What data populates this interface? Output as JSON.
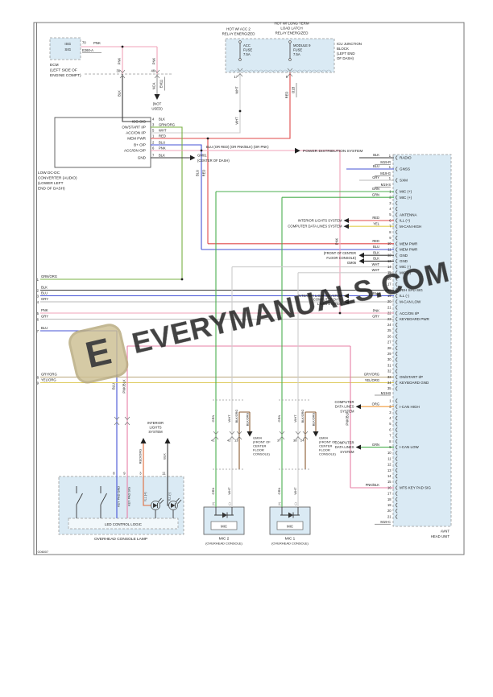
{
  "frame": {
    "code": "G06007"
  },
  "watermark": {
    "logo_letter": "E",
    "text": "EVERYMANUALS.COM"
  },
  "ecm": {
    "pin_lines": [
      "ISG",
      "SIG"
    ],
    "pin_no": "70",
    "connector": "E260-A",
    "wire": "PNK",
    "caption_lines": [
      "ECM",
      "(LEFT SIDE OF",
      "ENGINE COMPT)"
    ]
  },
  "em11": {
    "id": "EM11",
    "pin_left": "30",
    "pin_right": "46",
    "wire_above_left": "PNK",
    "wire_above_right": "PNK",
    "wire_below_left": "BLK",
    "wire_below_right": "NCA",
    "not_used_lines": [
      "(NOT",
      "USED)"
    ]
  },
  "junction_block": {
    "header_left_lines": [
      "HOT W/ ACC 2",
      "RELAY ENERGIZED"
    ],
    "header_right_lines": [
      "HOT W/ LONG TERM",
      "LOAD LATCH",
      "RELAY ENERGIZED"
    ],
    "fuse_left_lines": [
      "ACC",
      "FUSE",
      "7.5A"
    ],
    "fuse_right_lines": [
      "MODULE 9",
      "FUSE",
      "7.5A"
    ],
    "label_lines": [
      "ICU JUNCTION",
      "BLOCK",
      "(LEFT END",
      "OF DASH)"
    ],
    "pin_left": "17",
    "pin_right": "9",
    "wire_left": "WHT",
    "wire_right": "RED",
    "wire_right_id": "I31B"
  },
  "power_dist": {
    "wire_label": "BLU  (OR RED)   (OR PNK/BLK)   (OR PNK)",
    "arrow_label": "POWER DISTRIBUTION SYSTEM"
  },
  "long_wires": {
    "mem_pwr": "RED",
    "b_plus": "BLU",
    "acc": "PNK",
    "keypad_sig": "PNK/BLK",
    "keypad_gnd": "BLU"
  },
  "converter": {
    "pins": [
      {
        "no": "4",
        "name": "ISG SIG",
        "wire": "BLK"
      },
      {
        "no": "3",
        "name": "ON/START I/P",
        "wire": "GRN/ORG"
      },
      {
        "no": "5",
        "name": "ACC/ON I/P",
        "wire": "WHT"
      },
      {
        "no": "1",
        "name": "MEM PWR",
        "wire": "RED"
      },
      {
        "no": "2",
        "name": "B+ O/P",
        "wire": "BLU"
      },
      {
        "no": "6",
        "name": "ACC/ON O/P",
        "wire": "PNK"
      },
      {
        "no": "7",
        "name": "GND",
        "wire": "BLK"
      }
    ],
    "caption_lines": [
      "LOW DC-DC",
      "CONVERTER (AUDIO)",
      "(LOWER LEFT",
      "END OF DASH)"
    ],
    "ground": {
      "id": "GM01",
      "location": "(CENTER OF DASH)"
    }
  },
  "edge_rows": [
    {
      "no": "1",
      "wire": "GRN/ORG"
    },
    {
      "no": "2",
      "wire": "BLK"
    },
    {
      "no": "3",
      "wire": "BLU"
    },
    {
      "no": "4",
      "wire": "GRY"
    },
    {
      "no": "5",
      "wire": "PNK"
    },
    {
      "no": "6",
      "wire": "GRY"
    },
    {
      "no": "7",
      "wire": "BLU"
    },
    {
      "no": "8",
      "wire": "GRY/ORG"
    },
    {
      "no": "9",
      "wire": "YEL/ORG"
    }
  ],
  "interior_lights_lines": [
    "INTERIOR",
    "LIGHTS",
    "SYSTEM"
  ],
  "ground_gm06": {
    "label_lines": [
      "(FRONT OF CENTER",
      "FLOOR CONSOLE)",
      "GM06"
    ]
  },
  "ground_gm04": {
    "label_lines": [
      "GM04",
      "(FRONT OF",
      "CENTER",
      "FLOOR",
      "CONSOLE)"
    ]
  },
  "head_unit": {
    "caption_lines": [
      "AVNT",
      "HEAD UNIT"
    ],
    "antenna_rows": [
      {
        "no": "1",
        "wire": "BLK",
        "label": "RADIO",
        "connector": "M19-R"
      },
      {
        "no": "1",
        "wire": "BLU",
        "label": "GNSS",
        "connector": "M19-G"
      },
      {
        "no": "1",
        "wire": "GRY",
        "label": "SXM",
        "connector": "M19-S"
      }
    ],
    "block_b": {
      "count": 35,
      "connector": "M19-B",
      "pins": [
        {
          "n": 1,
          "label": "MIC (+)",
          "wire": "GRN"
        },
        {
          "n": 2,
          "label": "MIC (+)",
          "wire": "GRN"
        },
        {
          "n": 5,
          "label": "ANTENNA"
        },
        {
          "n": 6,
          "label": "ILL (+)",
          "wire": "RED",
          "system_lines": [
            "INTERIOR LIGHTS SYSTEM"
          ]
        },
        {
          "n": 7,
          "label": "M-CAN HIGH",
          "wire": "YEL",
          "system_lines": [
            "COMPUTER DATA LINES SYSTEM"
          ]
        },
        {
          "n": 10,
          "label": "MEM PWR",
          "wire": "RED"
        },
        {
          "n": 11,
          "label": "MEM PWR",
          "wire": "BLU"
        },
        {
          "n": 12,
          "label": "GND",
          "wire": "BLK"
        },
        {
          "n": 13,
          "label": "GND",
          "wire": "BLK"
        },
        {
          "n": 14,
          "label": "MIC (-)",
          "wire": "WHT"
        },
        {
          "n": 15,
          "label": "MIC (-)",
          "wire": "WHT"
        },
        {
          "n": 18,
          "label": "VEH SPD SIG"
        },
        {
          "n": 19,
          "label": "ILL (-)",
          "wire": "BLU",
          "system_lines": [
            "INTERIOR LIGHTS SYSTEM"
          ]
        },
        {
          "n": 20,
          "label": "M-CAN LOW",
          "system_lines": [
            "COMPUTER DATA",
            "LINES SYSTEM"
          ]
        },
        {
          "n": 22,
          "label": "ACC/ON I/P",
          "wire": "PNK"
        },
        {
          "n": 23,
          "label": "KEYBOARD PWR",
          "wire": "GRY"
        },
        {
          "n": 33,
          "label": "ON/START I/P",
          "wire": "GRY/ORG"
        },
        {
          "n": 34,
          "label": "KEYBOARD GND",
          "wire": "YEL/ORG"
        }
      ]
    },
    "block_c": {
      "count": 21,
      "connector": "M19-C",
      "pins": [
        {
          "n": 2,
          "label": "I-CAN HIGH",
          "wire": "ORG",
          "system_lines": [
            "COMPUTER",
            "DATA LINES",
            "SYSTEM"
          ]
        },
        {
          "n": 9,
          "label": "I-CAN LOW",
          "wire": "GRN",
          "system_lines": [
            "COMPUTER",
            "DATA LINES",
            "SYSTEM"
          ]
        },
        {
          "n": 16,
          "label": "MTS KEY PAD SIG",
          "wire": "PNK/BLK"
        }
      ]
    }
  },
  "lamp": {
    "pins": [
      {
        "no": "8",
        "wire": "BLU",
        "name": "KEY PAD GND"
      },
      {
        "no": "9",
        "wire": "PNK/BLK",
        "name": "KEY PAD SIG"
      },
      {
        "no": "3",
        "wire": "RED/ORG",
        "name": "ILL (+)"
      },
      {
        "no": "11",
        "wire": "BLK",
        "name": "ILL (-)"
      }
    ],
    "ill_pos_wire": "RED/ORG",
    "ill_neg_wire": "BLK",
    "logic_label": "LED CONTROL LOGIC",
    "caption": "OVERHEAD CONSOLE LAMP"
  },
  "mics": [
    {
      "name": "MIC 2",
      "location": "(OVERHEAD CONSOLE)",
      "box_label": "MIC",
      "shield_wire": "BLK/ORG",
      "pins": [
        {
          "no": "41",
          "wire": "GRN",
          "sign": "(+)"
        },
        {
          "no": "42",
          "wire": "WHT",
          "sign": "(-)"
        },
        {
          "no": "13",
          "wire": "BLK/ORG"
        }
      ]
    },
    {
      "name": "MIC 1",
      "location": "(OVERHEAD CONSOLE)",
      "box_label": "MIC",
      "shield_wire": "BLK/ORG",
      "pins": [
        {
          "no": "37",
          "wire": "GRN",
          "sign": "(+)"
        },
        {
          "no": "38",
          "wire": "WHT",
          "sign": "(-)"
        },
        {
          "no": "24",
          "wire": "BLK/ORG"
        }
      ]
    }
  ],
  "wire_colors": {
    "BLK": "#3a3a3a",
    "PNK": "#f0a3b8",
    "RED": "#e04a4a",
    "BLU": "#4553d6",
    "GRN": "#4caf50",
    "GRN/ORG": "#79b043",
    "WHT": "#cccccc",
    "GRY": "#b8b8b8",
    "YEL": "#e2cf4e",
    "GRY/ORG": "#b9a77c",
    "YEL/ORG": "#ddca5a",
    "ORG": "#f09a3a",
    "PNK/BLK": "#e77fa6",
    "BLK/ORG": "#8a5a30",
    "RED/ORG": "#e06a3a",
    "NCA": "#9a9a9a"
  }
}
